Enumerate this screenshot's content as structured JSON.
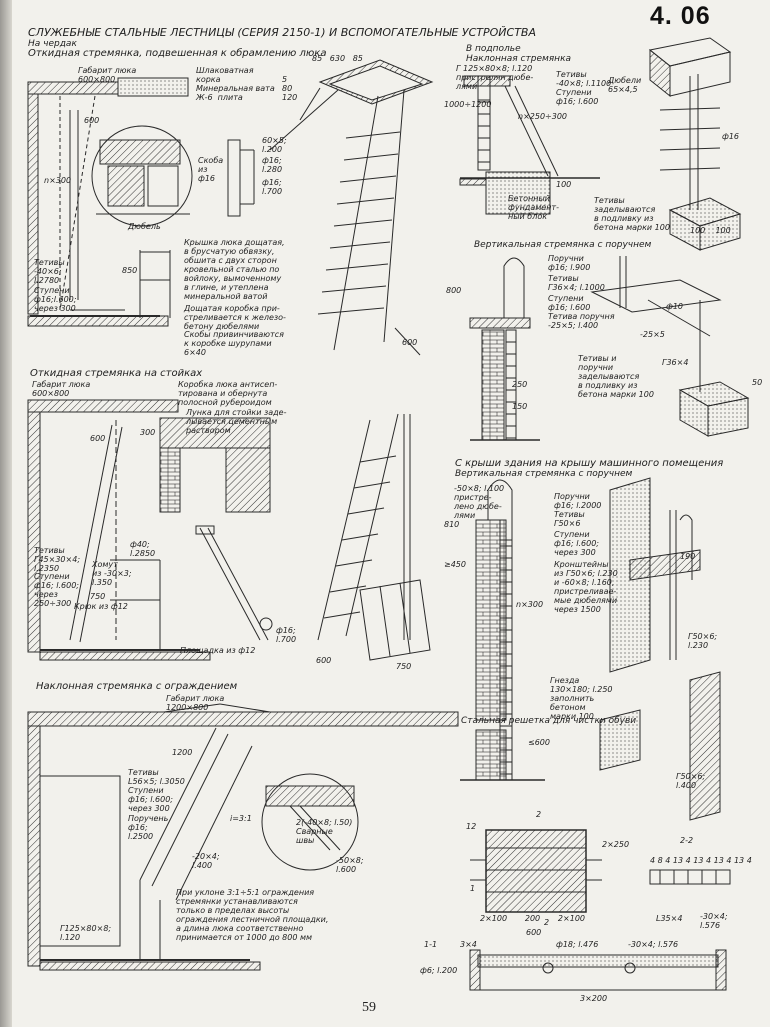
{
  "page_number_tag": "4. 06",
  "main_title": "СЛУЖЕБНЫЕ СТАЛЬНЫЕ ЛЕСТНИЦЫ (СЕРИЯ 2150-1) И ВСПОМОГАТЕЛЬНЫЕ УСТРОЙСТВА",
  "sections": {
    "attic_heading_1": "На чердак",
    "attic_heading_2": "Откидная стремянка, подвешенная к обрамлению люка",
    "basement_heading_1": "В подполье",
    "basement_heading_2": "Наклонная стремянка",
    "vertical_heading": "Вертикальная стремянка с поручнем",
    "posts_heading": "Откидная стремянка на стойках",
    "roof_heading_1": "С крыши здания на крышу машинного помещения",
    "roof_heading_2": "Вертикальная стремянка с поручнем",
    "fenced_heading": "Наклонная стремянка с ограждением",
    "grate_heading": "Стальная решетка для чистки обуви"
  },
  "labels": {
    "hatch_800": "Габарит люка\n600×800",
    "slag_wool": "Шлаковатная\nкорка\nМинеральная вата\nЖ-6  плита",
    "slag_dims": "5\n80\n120",
    "dim_600": "600",
    "bracket_dims": "60×5;\nl.200",
    "phi16_280": "ф16;\nl.280",
    "phi16_700": "ф16;\nl.700",
    "skoba": "Скоба\nиз\nф16",
    "dowel": "Дюбель",
    "hatch_cover_note": "Крышка люка дощатая,\nв брусчатую обвязку,\nобшита с двух сторон\nкровельной сталью по\nвойлоку, вымоченному\nв глине, и утеплена\nминеральной ватой",
    "box_note": "Дощатая коробка при-\nстреливается к железо-\nбетону дюбелями",
    "staples_note": "Скобы привинчиваются\nк коробке шурупами\n6×40",
    "stringers_40": "Тетивы\n-40×6;\nl.2780",
    "rungs_16": "Ступени\nф16;l.600;\nчерез 300",
    "n300": "n×300",
    "dim_850": "850",
    "dims_top": "85   630   85",
    "dim_600b": "600",
    "basement_angle": "Г 125×80×8; l.120\nпристрелян дюбе-\nлями",
    "basement_stringers": "Тетивы\n-40×8; l.1100\nСтупени\nф16; l.600",
    "dowels_65": "Дюбели\n65×4,5",
    "phi16": "ф16",
    "concrete_block": "Бетонный\nфундамент-\nный блок",
    "stringers_embed": "Тетивы\nзаделываются\nв подливку из\nбетона марки 100",
    "dim_100_100": "100    100",
    "dims_1000_1200": "1000÷1200",
    "n250_300": "n×250÷300",
    "dim_100": "100",
    "railing_16_900": "Поручни\nф16; l.900",
    "stringers_36": "Тетивы\nГ36×4; l.1000",
    "rungs_600": "Ступени\nф16; l.600",
    "rail_25x5": "Тетива поручня\n-25×5; l.400",
    "phi10": "ф10",
    "dim_25x5": "-25×5",
    "g36x4": "Г36×4",
    "embed_note": "Тетивы и\nпоручни\nзаделываются\nв подливку из\nбетона марки 100",
    "dim_800": "800",
    "dim_250": "250",
    "dim_150": "150",
    "dim_50": "50",
    "hatch_600x800": "Габарит люка\n600×800",
    "antiseptic_note": "Коробка люка антисеп-\nтирована и обернута\nполосной рубероидом",
    "socket_note": "Лунка для стойки заде-\nлывается цементным\nраствором",
    "dim_300": "300",
    "dim_600_post": "600",
    "posts_stringers": "Тетивы\nГ45×30×4;\nl.2350",
    "posts_rungs": "Ступени\nф16; l.600;\nчерез\n250÷300",
    "clamp": "Хомут\nиз -30×3;\nl.350",
    "hook": "Крюк из ф12",
    "dim_40_2850": "ф40;\nl.2850",
    "dim_750": "750",
    "phi16_700b": "ф16;\nl.700",
    "platform": "Площадка из ф12",
    "dims_600_750": "600",
    "dim_750b": "750",
    "roof_anchor": "-50×8; l.100\nпристре-\nлено дюбе-\nлями",
    "dim_810": "810",
    "dim_450": "≥450",
    "roof_rails": "Поручни\nф16; l.2000",
    "roof_stringers": "Тетивы\nГ50×6",
    "roof_rungs": "Ступени\nф16; l.600;\nчерез 300",
    "brackets": "Кронштейны\nиз Г50×6; l.230\nи -60×8; l.160,\nпристреливае-\nмые дюбелями\nчерез 1500",
    "niche": "Гнезда\n130×180; l.250\nзаполнить\nбетоном\nмарки 100",
    "g50x6_230": "Г50×6;\nl.230",
    "g50x6_400": "Г50×6;\nl.400",
    "dim_600c": "≤600",
    "n300b": "n×300",
    "dim_190": "190",
    "hatch_1200": "Габарит люка\n1200×800",
    "dim_1200": "1200",
    "fenced_stringers": "Тетивы\nL56×5; l.3050",
    "fenced_rungs": "Ступени\nф16; l.600;\nчерез 300",
    "fenced_rail": "Поручень\nф16;\nl.2500",
    "dim_20x4": "-20×4;\nl.400",
    "dim_125x80": "Г125×80×8;\nl.120",
    "weld_note": "2(-40×8; l.50)\nСварные\nшвы",
    "dim_50x8": "-50×8;\nl.600",
    "slope_ratio": "i=3:1",
    "slope_note": "При уклоне 3:1÷5:1 ограждения\nстремянки устанавливаются\nтолько в пределах высоты\nограждения лестничной площадки,\nа длина люка соответственно\nпринимается от 1000 до 800 мм",
    "grate_dims_top": "2",
    "grate_h": "2×250",
    "grate_bottom": "2×100       200       2×100",
    "grate_600": "600",
    "grate_12": "12",
    "section_22": "2-2",
    "section_dims": "4 8 4 13 4 13 4 13 4 13 4",
    "angle_35": "L35×4",
    "bar_30": "-30×4;\nl.576",
    "section_11": "1-1",
    "dim_3x4": "3×4",
    "phi6": "ф6; l.200",
    "phi18": "ф18; l.476",
    "bar_30b": "-30×4; l.576",
    "grate_3x200": "3×200",
    "dim_11": "1",
    "dim_2": "2"
  },
  "page_number": "59"
}
